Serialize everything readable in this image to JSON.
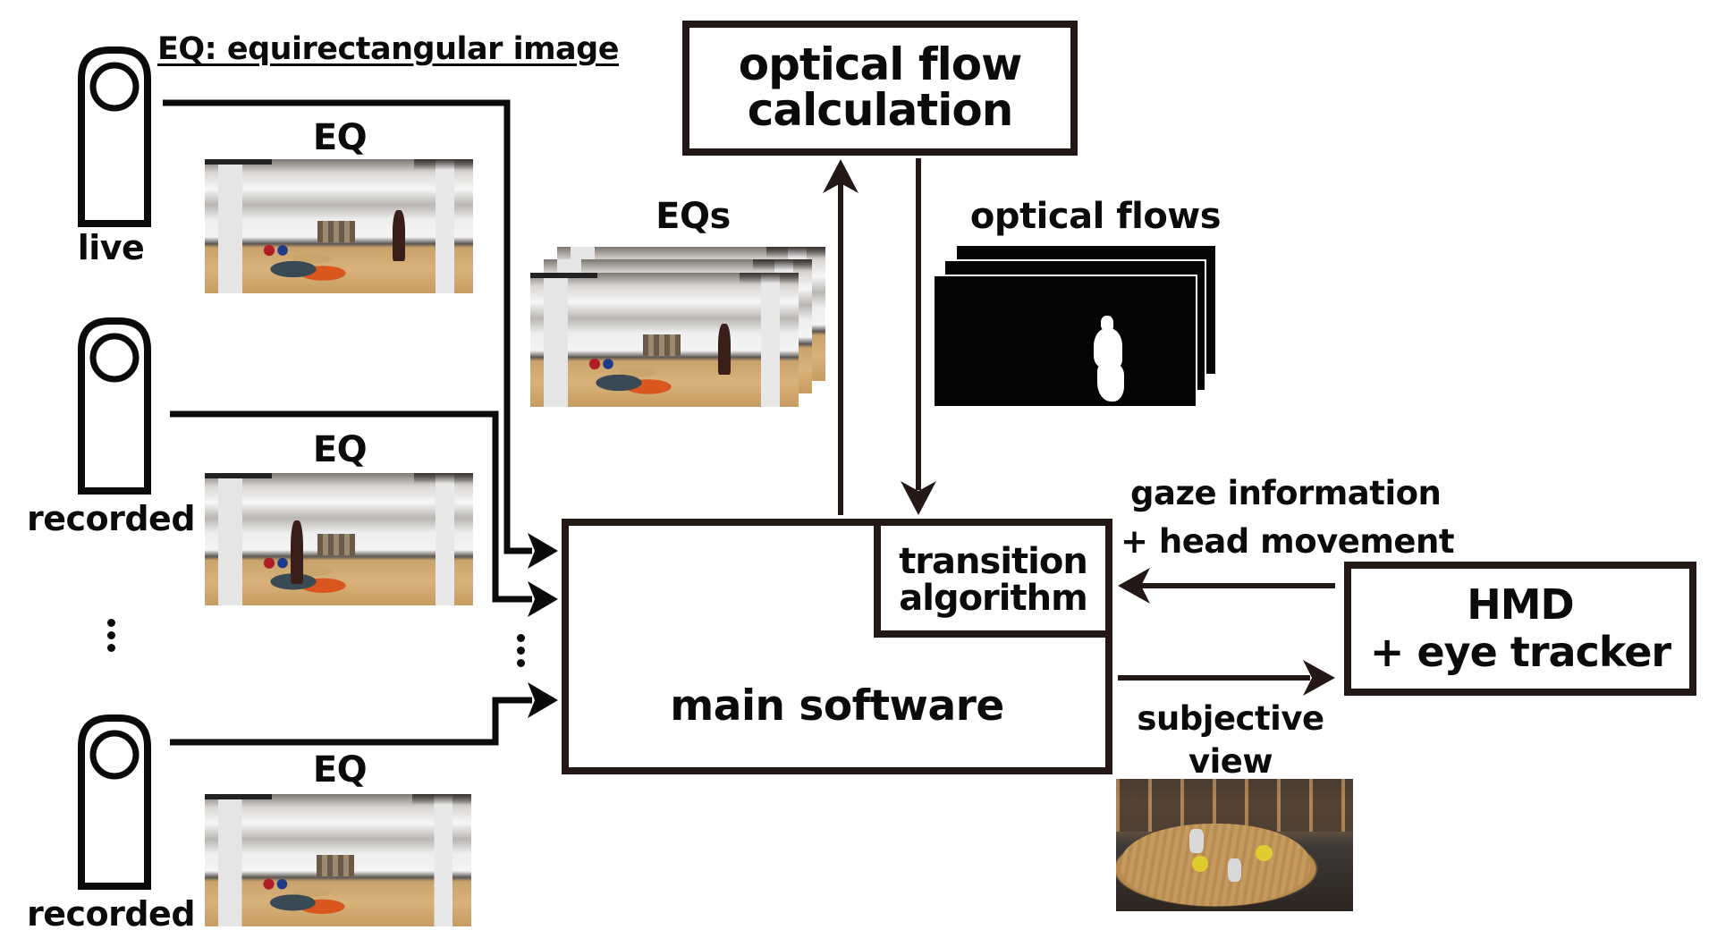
{
  "legend": {
    "text": "EQ: equirectangular image"
  },
  "sources": [
    {
      "label": "live",
      "image_label": "EQ",
      "image_desc": "equirectangular office panorama, person walking on right"
    },
    {
      "label": "recorded",
      "image_label": "EQ",
      "image_desc": "equirectangular office panorama, person standing on left"
    },
    {
      "label": "recorded",
      "image_label": "EQ",
      "image_desc": "equirectangular office panorama, empty room"
    }
  ],
  "ellipsis": {
    "sources": "⋮",
    "inputs": "⋮"
  },
  "optical_flow_box": {
    "line1": "optical flow",
    "line2": "calculation"
  },
  "eqs_stack": {
    "label": "EQs"
  },
  "flows_stack": {
    "label": "optical flows"
  },
  "main_box": {
    "label": "main software"
  },
  "transition_box": {
    "line1": "transition",
    "line2": "algorithm"
  },
  "hmd_box": {
    "line1": "HMD",
    "line2": "+ eye tracker"
  },
  "gaze_label": {
    "line1": "gaze information",
    "line2": "+ head movement"
  },
  "subjective_label": {
    "line1": "subjective",
    "line2": "view"
  },
  "colors": {
    "stroke": "#231815",
    "text": "#0d0a0a",
    "background": "#ffffff"
  }
}
